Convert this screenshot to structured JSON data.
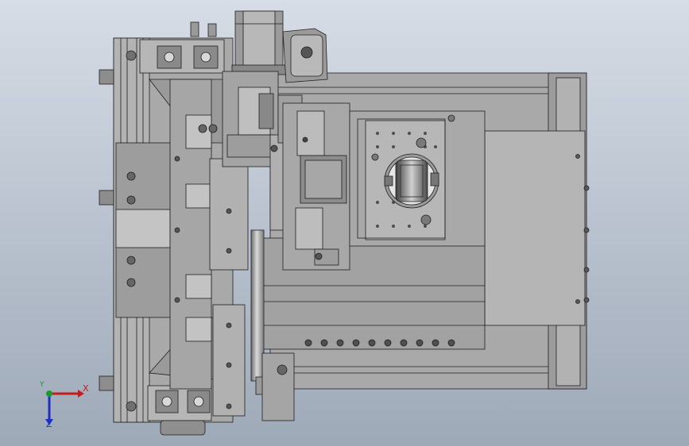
{
  "view": {
    "background_top": "#d7dde6",
    "background_bottom": "#9ea9b8",
    "part_fill": "#a9a9a9",
    "part_dark": "#7c7c7c",
    "edge_color": "#1f1f1f"
  },
  "triad": {
    "x_label": "X",
    "y_label": "Y",
    "z_label": "Z",
    "x_color": "#c41c1c",
    "y_color": "#1b9a2a",
    "z_color": "#1f2ec4"
  }
}
